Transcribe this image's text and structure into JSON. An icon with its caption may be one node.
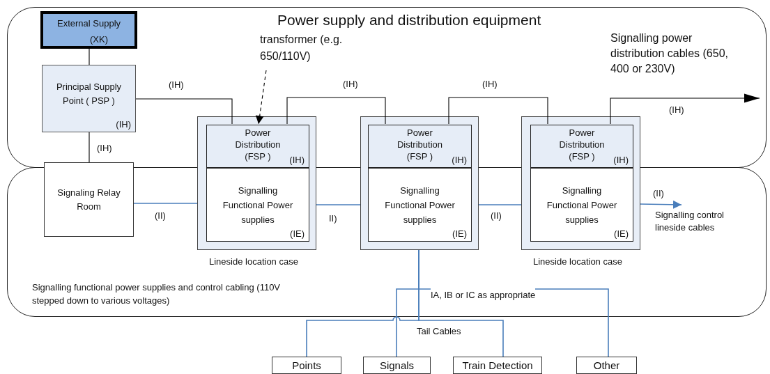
{
  "diagram": {
    "title": "Power supply and distribution equipment",
    "nodes": [
      {
        "text": [
          "External Supply",
          "(XK)"
        ]
      },
      {
        "text": [
          "Principal Supply Point ( PSP )",
          "(IH)"
        ]
      },
      {
        "text": [
          "transformer (e.g. 650/110V)"
        ]
      },
      {
        "text": [
          "Signaling Relay Room"
        ]
      },
      {
        "text": [],
        "shape": "box"
      },
      {
        "text": [
          "Power Distribution (FSP )",
          "(IH)"
        ],
        "in": 4
      },
      {
        "text": [
          "Signalling Functional Power supplies",
          "(IE)"
        ],
        "in": 4
      },
      {
        "text": [],
        "shape": "box"
      },
      {
        "text": [
          "Power Distribution (FSP )",
          "(IH)"
        ],
        "in": 7
      },
      {
        "text": [
          "Signalling Functional Power supplies",
          "(IE)"
        ],
        "in": 7
      },
      {
        "text": [],
        "shape": "box"
      },
      {
        "text": [
          "Power Distribution (FSP )",
          "(IH)"
        ],
        "in": 10
      },
      {
        "text": [
          "Signalling Functional Power supplies",
          "(IE)"
        ],
        "in": 10
      },
      {
        "text": [
          "Points"
        ]
      },
      {
        "text": [
          "Signals"
        ]
      },
      {
        "text": [
          "Train Detection"
        ]
      },
      {
        "text": [
          "Other"
        ]
      },
      {
        "text": [
          "Signalling control lineside cables"
        ]
      }
    ],
    "edges": [
      {
        "from": 0,
        "to": 1,
        "arrow": "none",
        "color": "#000000"
      },
      {
        "from": 1,
        "to": 3,
        "arrow": "none",
        "label": "(IH)",
        "color": "#000000"
      },
      {
        "from": 1,
        "to": 5,
        "arrow": "none",
        "label": "(IH)",
        "color": "#000000"
      },
      {
        "from": 2,
        "to": 5,
        "arrow": "to",
        "style": "dashed",
        "color": "#000000"
      },
      {
        "from": 5,
        "to": 8,
        "arrow": "none",
        "label": "(IH)",
        "color": "#000000"
      },
      {
        "from": 8,
        "to": 11,
        "arrow": "none",
        "label": "(IH)",
        "color": "#000000"
      },
      {
        "from": 11,
        "to": null,
        "arrow": "to",
        "label": "(IH)",
        "color": "#000000"
      },
      {
        "from": 3,
        "to": 4,
        "arrow": "none",
        "label": "(II)"
      },
      {
        "from": 4,
        "to": 7,
        "arrow": "none",
        "label": "II)"
      },
      {
        "from": 7,
        "to": 10,
        "arrow": "none",
        "label": "(II)"
      },
      {
        "from": 10,
        "to": 17,
        "arrow": "to",
        "label": "(II)"
      },
      {
        "from": 7,
        "to": 13,
        "arrow": "none"
      },
      {
        "from": 7,
        "to": 14,
        "arrow": "none"
      },
      {
        "from": 7,
        "to": 15,
        "arrow": "none"
      },
      {
        "from": 7,
        "to": 16,
        "arrow": "none"
      }
    ],
    "labels": [
      "Signalling power distribution cables (650, 400 or 230V)",
      "Lineside location case",
      "Lineside location case",
      "Signalling functional power supplies and control cabling (110V stepped down to various voltages)",
      "IA, IB or IC as appropriate",
      "Tail Cables"
    ]
  }
}
